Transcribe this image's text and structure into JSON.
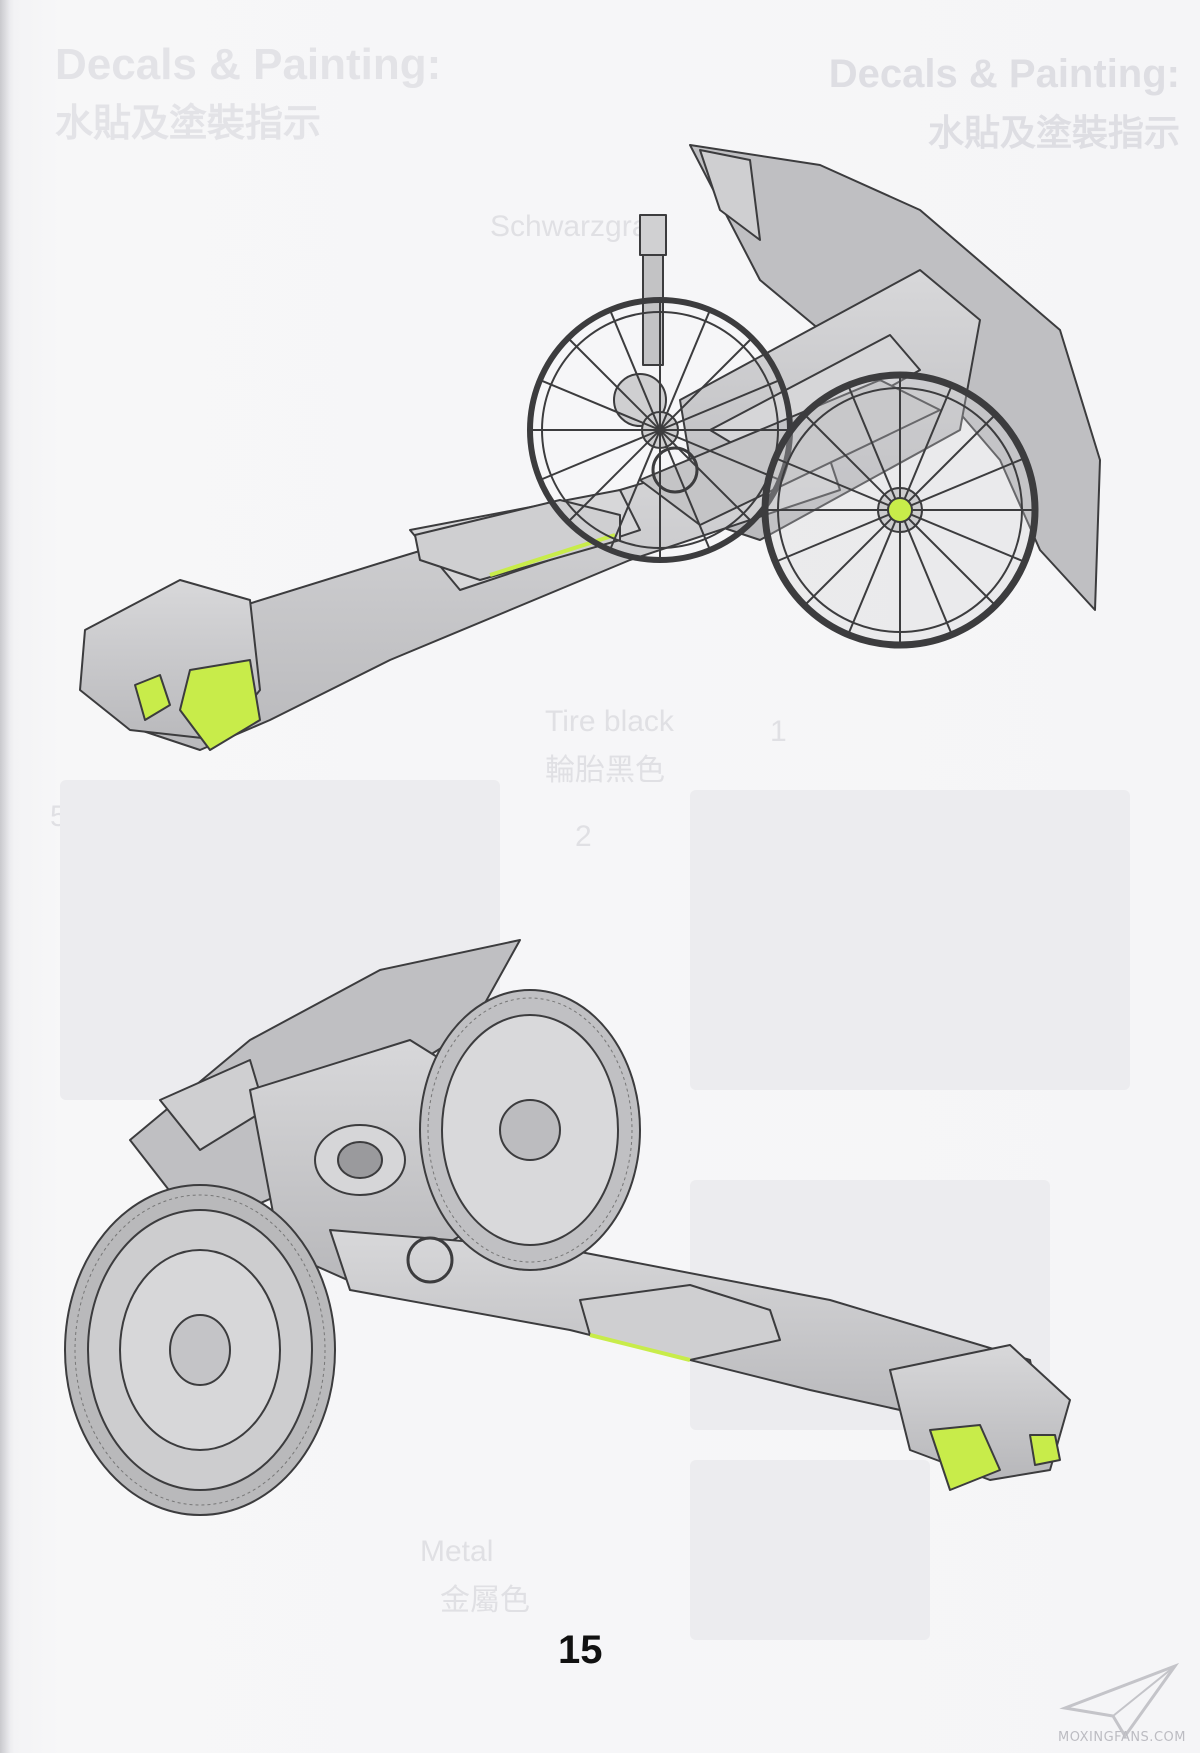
{
  "header": {
    "title_en": "Decals & Painting:",
    "title_cn": "水貼及塗裝指示",
    "ghost_title_en": "Decals & Painting:",
    "ghost_title_cn": "水貼及塗裝指示"
  },
  "ghost_labels": {
    "schwarz": "Schwarzgrau",
    "tire": "Tire black",
    "tire_cn": "輪胎黑色",
    "metal": "Metal",
    "metal_cn": "金屬色",
    "callout_5": "5",
    "callout_2": "2",
    "callout_1": "1"
  },
  "page_number": "15",
  "watermark_text": "MOXINGFANS.COM",
  "colors": {
    "gun_gray": "#c9c9cb",
    "edge": "#3c3c3e",
    "highlight_green": "#c8ec4a",
    "tire": "#b9b9bb"
  },
  "icons": {
    "watermark": "paper-plane-icon"
  }
}
